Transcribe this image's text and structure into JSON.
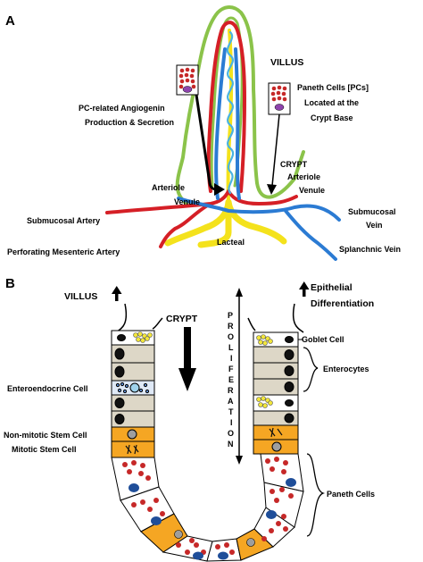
{
  "panel_a": {
    "letter": "A",
    "labels": {
      "villus": "VILLUS",
      "paneth_cells_line1": "Paneth Cells [PCs]",
      "paneth_cells_line2": "Located at the",
      "paneth_cells_line3": "Crypt Base",
      "angiogenin_line1": "PC-related Angiogenin",
      "angiogenin_line2": "Production & Secretion",
      "crypt": "CRYPT",
      "arteriole_left": "Arteriole",
      "venule_left": "Venule",
      "arteriole_right": "Arteriole",
      "venule_right": "Venule",
      "submucosal_artery": "Submucosal Artery",
      "submucosal_vein_line1": "Submucosal",
      "submucosal_vein_line2": "Vein",
      "lacteal": "Lacteal",
      "perforating_artery": "Perforating Mesenteric Artery",
      "splanchnic_vein": "Splanchnic Vein"
    }
  },
  "panel_b": {
    "letter": "B",
    "labels": {
      "villus": "VILLUS",
      "crypt": "CRYPT",
      "proliferation": [
        "P",
        "R",
        "O",
        "L",
        "I",
        "F",
        "E",
        "R",
        "A",
        "T",
        "I",
        "O",
        "N"
      ],
      "epithelial_line1": "Epithelial",
      "epithelial_line2": "Differentiation",
      "goblet_cell": "Goblet Cell",
      "enterocytes": "Enterocytes",
      "enteroendocrine_cell": "Enteroendocrine Cell",
      "non_mitotic_stem_cell": "Non-mitotic Stem Cell",
      "mitotic_stem_cell": "Mitotic Stem Cell",
      "paneth_cells": "Paneth Cells"
    }
  },
  "colors": {
    "artery": "#d51f26",
    "vein": "#2b7bd3",
    "lacteal": "#f4e21c",
    "villus_outline": "#8bc34a",
    "capillary": "#49b3e0",
    "paneth_granule": "#c62828",
    "paneth_nucleus": "#1f4e99",
    "stem_cell": "#f5a623",
    "enterocyte": "#ddd7c7",
    "goblet_granule": "#f2e63a",
    "enteroendocrine": "#5f8fd6"
  }
}
